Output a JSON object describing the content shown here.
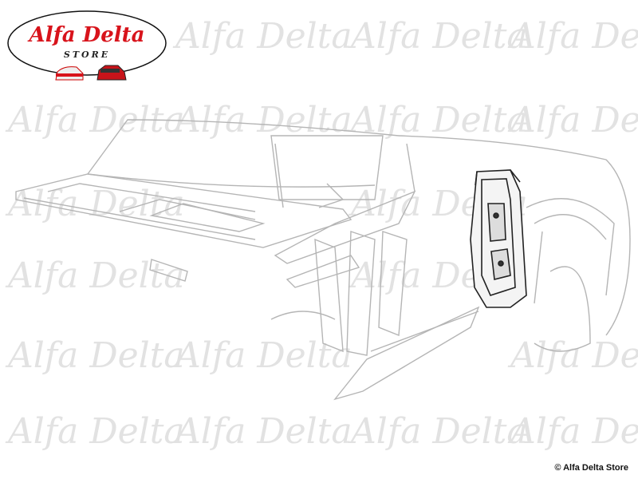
{
  "logo": {
    "brand": "Alfa Delta",
    "subtitle": "STORE"
  },
  "watermark": "Alfa Delta",
  "copyright": "© Alfa Delta Store",
  "colors": {
    "logo_red": "#d8131b",
    "line_gray": "#b5b5b5",
    "part_dark": "#222222"
  }
}
